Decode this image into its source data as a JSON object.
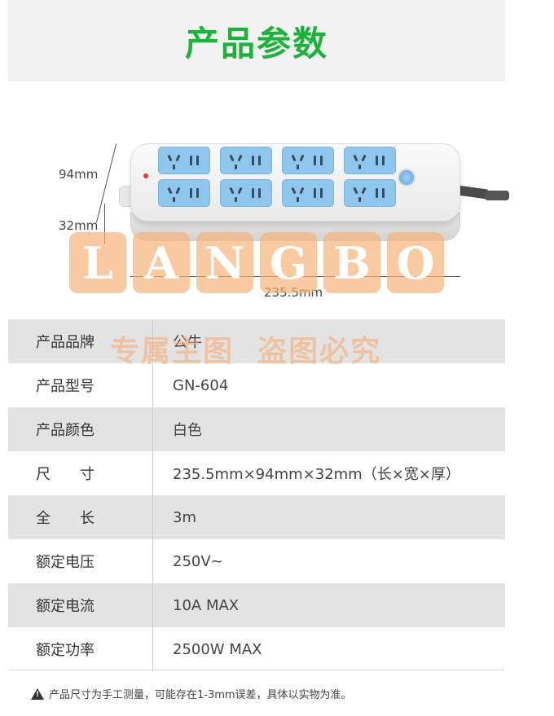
{
  "header": {
    "title": "产品参数"
  },
  "product": {
    "dimensions": {
      "width": "94mm",
      "height": "32mm",
      "length": "235.5mm"
    },
    "watermark_letters": [
      "L",
      "A",
      "N",
      "G",
      "B",
      "O"
    ]
  },
  "overlay_watermark": "专属主图  盗图必究",
  "specs": [
    {
      "key": "产品品牌",
      "value": "公牛"
    },
    {
      "key": "产品型号",
      "value": "GN-604"
    },
    {
      "key": "产品颜色",
      "value": "白色"
    },
    {
      "key": "尺　　寸",
      "value": "235.5mm×94mm×32mm（长×宽×厚）"
    },
    {
      "key": "全　　长",
      "value": "3m"
    },
    {
      "key": "额定电压",
      "value": "250V~"
    },
    {
      "key": "额定电流",
      "value": "10A MAX"
    },
    {
      "key": "额定功率",
      "value": "2500W MAX"
    }
  ],
  "note": "产品尺寸为手工测量，可能存在1-3mm误差，具体以实物为准。",
  "colors": {
    "accent": "#1db33a",
    "row_shade": "#e3e3e3",
    "socket": "#8fc6ee",
    "watermark": "#f6b278"
  }
}
